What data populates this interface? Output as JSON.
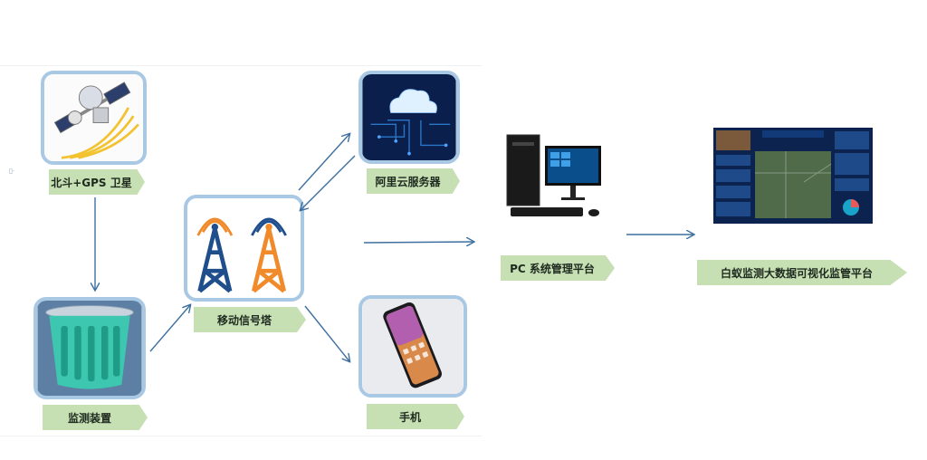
{
  "nodes": {
    "satellite": {
      "label": "北斗+GPS 卫星"
    },
    "monitor": {
      "label": "监测装置"
    },
    "tower": {
      "label": "移动信号塔"
    },
    "cloud": {
      "label": "阿里云服务器"
    },
    "phone": {
      "label": "手机"
    },
    "pc": {
      "label": "PC 系统管理平台"
    },
    "bigdata": {
      "label": "白蚁监测大数据可视化监管平台"
    }
  },
  "colors": {
    "tile_border": "#a9c8e4",
    "tag_fill": "#c6e0b4",
    "arrow": "#3d6fa0",
    "tower_blue": "#1f4e8c",
    "tower_orange": "#f08a2a"
  }
}
